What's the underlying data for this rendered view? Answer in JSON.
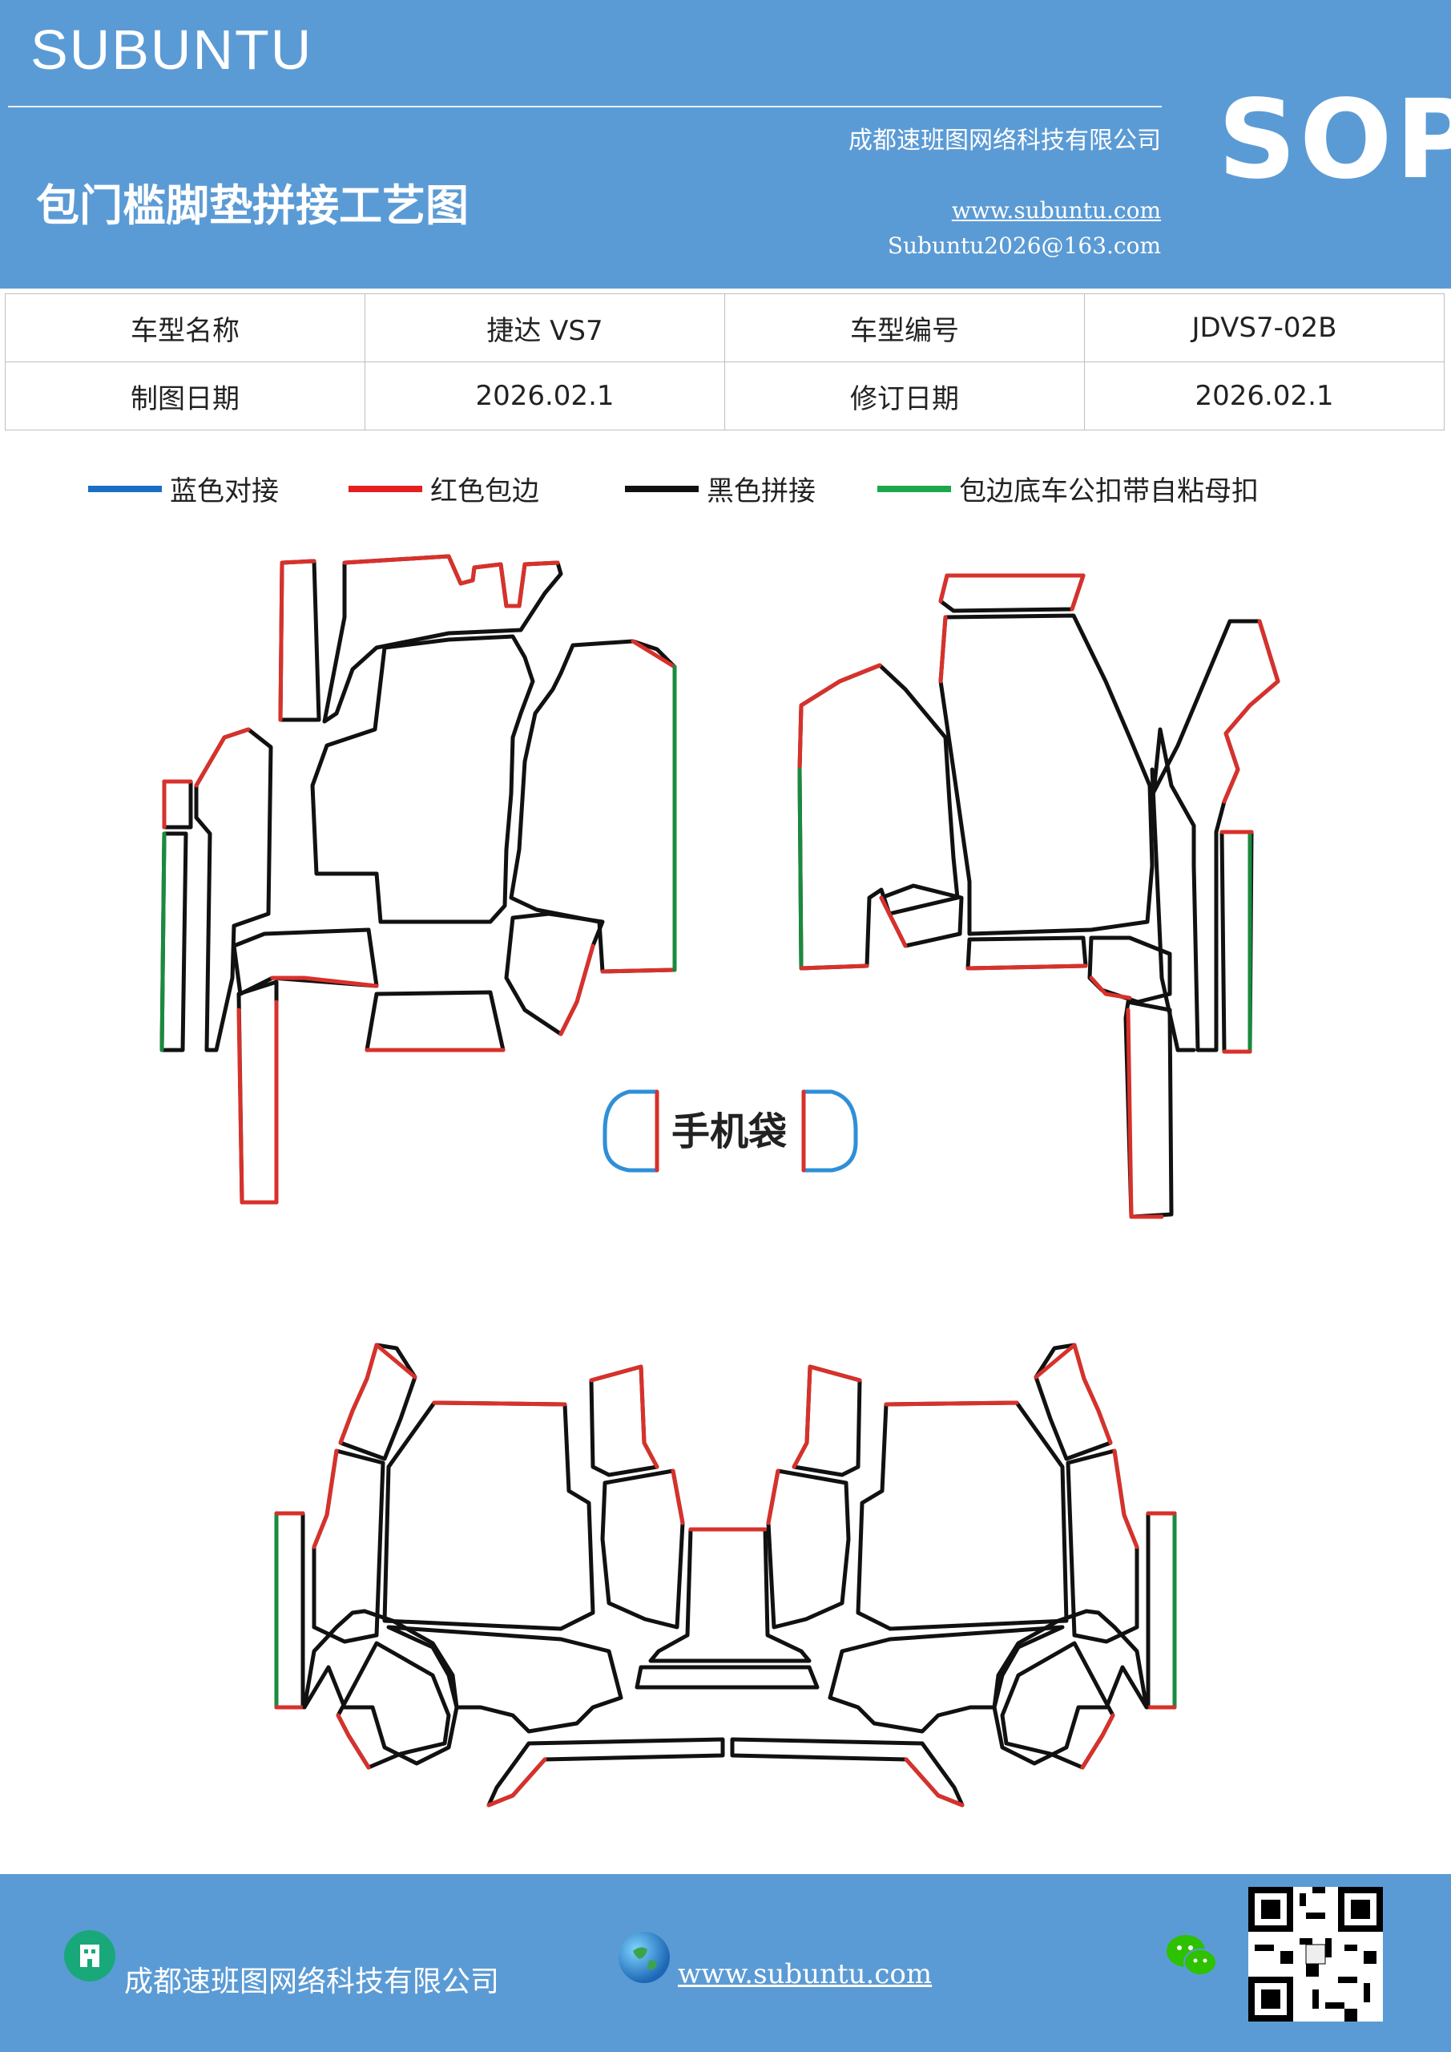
{
  "header": {
    "brand": "SUBUNTU",
    "title": "包门槛脚垫拼接工艺图",
    "company": "成都速班图网络科技有限公司",
    "website": "www.subuntu.com",
    "email": "Subuntu2026@163.com",
    "badge": "SOP"
  },
  "info_table": {
    "rows": [
      [
        "车型名称",
        "捷达 VS7",
        "车型编号",
        "JDVS7-02B"
      ],
      [
        "制图日期",
        "2026.02.1",
        "修订日期",
        "2026.02.1"
      ]
    ]
  },
  "legend": [
    {
      "label": "蓝色对接",
      "color": "#1a6fc4"
    },
    {
      "label": "红色包边",
      "color": "#e41f1f"
    },
    {
      "label": "黑色拼接",
      "color": "#111111"
    },
    {
      "label": "包边底车公扣带自粘母扣",
      "color": "#1aa84a"
    }
  ],
  "diagram": {
    "center_label": "手机袋"
  },
  "colors": {
    "header_bg": "#5b9bd5",
    "stroke_black": "#111111",
    "stroke_red": "#d8312b",
    "stroke_green": "#1a8a3e",
    "stroke_blue": "#2f8fd8"
  },
  "footer": {
    "company": "成都速班图网络科技有限公司",
    "website": "www.subuntu.com",
    "icons": [
      "building-icon",
      "globe-icon",
      "wechat-icon",
      "qr-code"
    ]
  }
}
